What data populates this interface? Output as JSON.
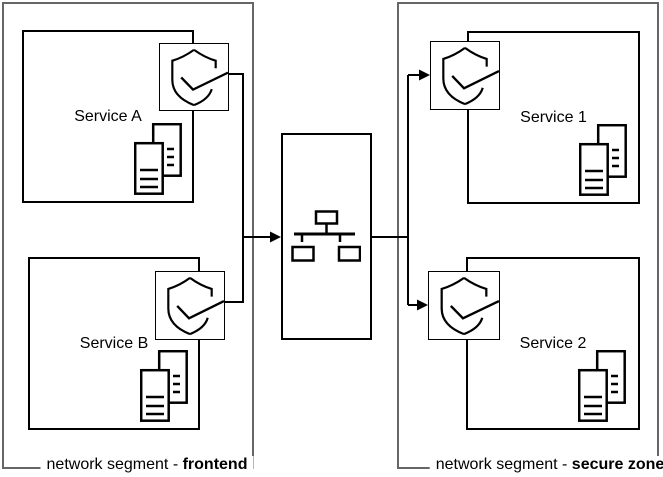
{
  "diagram_type": "network-architecture",
  "colors": {
    "zone_border": "#666666",
    "shape_border": "#000000",
    "background": "#ffffff",
    "text": "#000000"
  },
  "zones": [
    {
      "id": "frontend",
      "label_prefix": "network segment - ",
      "label_emphasis": "frontend"
    },
    {
      "id": "secure-zone",
      "label_prefix": "network segment - ",
      "label_emphasis": "secure zone"
    }
  ],
  "services": [
    {
      "label": "Service A",
      "zone": "frontend",
      "badges": [
        "shield-check-icon",
        "documents-icon"
      ]
    },
    {
      "label": "Service B",
      "zone": "frontend",
      "badges": [
        "shield-check-icon",
        "documents-icon"
      ]
    },
    {
      "label": "Service 1",
      "zone": "secure-zone",
      "badges": [
        "shield-check-icon",
        "documents-icon"
      ]
    },
    {
      "label": "Service 2",
      "zone": "secure-zone",
      "badges": [
        "shield-check-icon",
        "documents-icon"
      ]
    }
  ],
  "hub": {
    "id": "network-hub",
    "icon": "lan-switch-icon"
  },
  "connections": [
    {
      "from": "service-a-shield",
      "to": "network-hub",
      "arrow": "into-hub"
    },
    {
      "from": "service-b-shield",
      "to": "network-hub",
      "arrow": "into-hub"
    },
    {
      "from": "network-hub",
      "to": "service-1-shield",
      "arrow": "into-shield"
    },
    {
      "from": "network-hub",
      "to": "service-2-shield",
      "arrow": "into-shield"
    }
  ]
}
